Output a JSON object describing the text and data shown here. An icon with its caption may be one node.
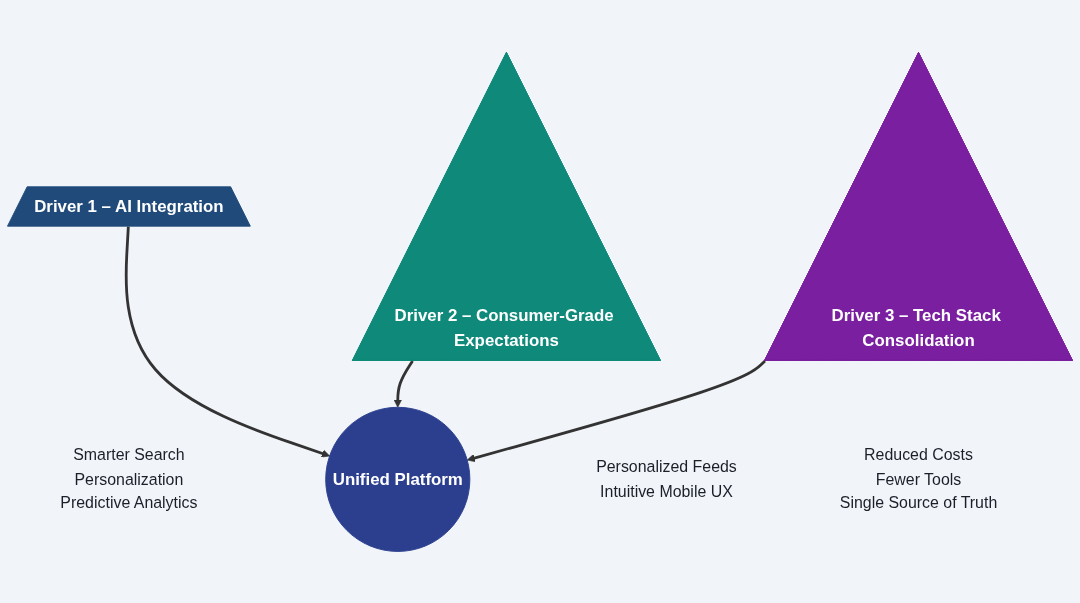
{
  "diagram": {
    "nodes": [
      {
        "text": [
          "Driver 1 – AI Integration"
        ],
        "beside": [
          "Smarter Search",
          "Personalization",
          "Predictive Analytics"
        ]
      },
      {
        "text": [
          "Unified Platform"
        ]
      },
      {
        "text": [
          "Driver 2 – Consumer-Grade Expectations"
        ],
        "beside": [
          "Personalized Feeds",
          "Intuitive Mobile UX"
        ]
      },
      {
        "text": [
          "Driver 3 – Tech Stack Consolidation"
        ],
        "beside": [
          "Reduced Costs",
          "Fewer Tools",
          "Single Source of Truth"
        ]
      }
    ],
    "edges": [
      {
        "from": 0,
        "to": 1,
        "arrow": "to"
      },
      {
        "from": 2,
        "to": 1,
        "arrow": "to"
      },
      {
        "from": 3,
        "to": 1,
        "arrow": "to"
      }
    ]
  }
}
